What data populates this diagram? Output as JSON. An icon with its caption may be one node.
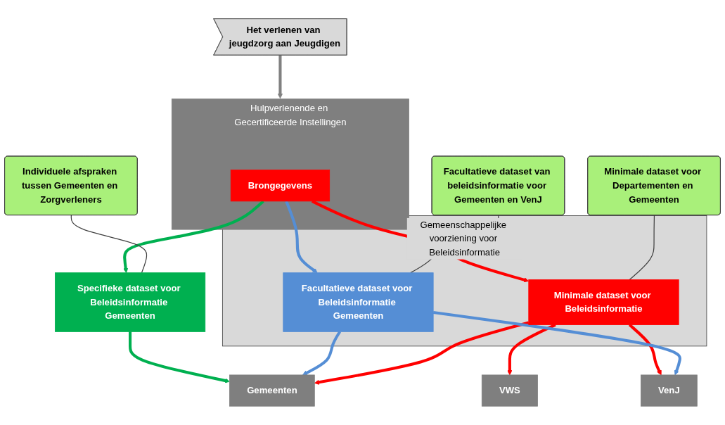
{
  "diagram": {
    "nodes": [
      {
        "text": [
          "Het verlenen van jeugdzorg aan Jeugdigen"
        ]
      },
      {
        "text": [
          "Hulpverlenende en Gecertificeerde Instellingen"
        ]
      },
      {
        "text": [
          "Brongegevens"
        ],
        "in": 1
      },
      {
        "text": [
          "Specifieke dataset voor Beleidsinformatie Gemeenten"
        ]
      },
      {
        "text": [
          "Individuele afspraken tussen Gemeenten en Zorgverleners"
        ]
      },
      {
        "text": [
          "Gemeenschappelijke voorziening voor Beleidsinformatie"
        ]
      },
      {
        "text": [
          "Facultatieve dataset voor Beleidsinformatie Gemeenten"
        ],
        "in": 5
      },
      {
        "text": [
          "Minimale dataset voor Beleidsinformatie"
        ],
        "in": 5
      },
      {
        "text": [
          "Gemeenten"
        ]
      },
      {
        "text": [
          "Minimale dataset voor Departementen en Gemeenten"
        ]
      },
      {
        "text": [
          "VWS"
        ]
      },
      {
        "text": [
          "VenJ"
        ]
      },
      {
        "text": [
          "Facultatieve dataset van beleidsinformatie voor Gemeenten en VenJ"
        ]
      }
    ],
    "edges": [
      {
        "from": 0,
        "to": 1,
        "arrow": "to",
        "color": "#808080"
      },
      {
        "from": 2,
        "to": 3,
        "arrow": "to",
        "color": "#00b050"
      },
      {
        "from": 4,
        "to": 3,
        "arrow": "none",
        "color": "#404040"
      },
      {
        "from": 3,
        "to": 8,
        "arrow": "to",
        "color": "#00b050"
      },
      {
        "from": 2,
        "to": 7,
        "arrow": "to",
        "color": "#ff0000"
      },
      {
        "from": 2,
        "to": 6,
        "arrow": "to",
        "color": "#558ed5"
      },
      {
        "from": 6,
        "to": 8,
        "arrow": "to",
        "color": "#558ed5"
      },
      {
        "from": 7,
        "to": 8,
        "arrow": "to",
        "color": "#ff0000"
      },
      {
        "from": 9,
        "to": 7,
        "arrow": "none",
        "color": "#404040"
      },
      {
        "from": 7,
        "to": 10,
        "arrow": "to",
        "color": "#ff0000"
      },
      {
        "from": 7,
        "to": 11,
        "arrow": "to",
        "color": "#ff0000"
      },
      {
        "from": 6,
        "to": 11,
        "arrow": "to",
        "color": "#558ed5"
      },
      {
        "from": 12,
        "to": 6,
        "arrow": "none",
        "color": "#404040"
      }
    ]
  }
}
